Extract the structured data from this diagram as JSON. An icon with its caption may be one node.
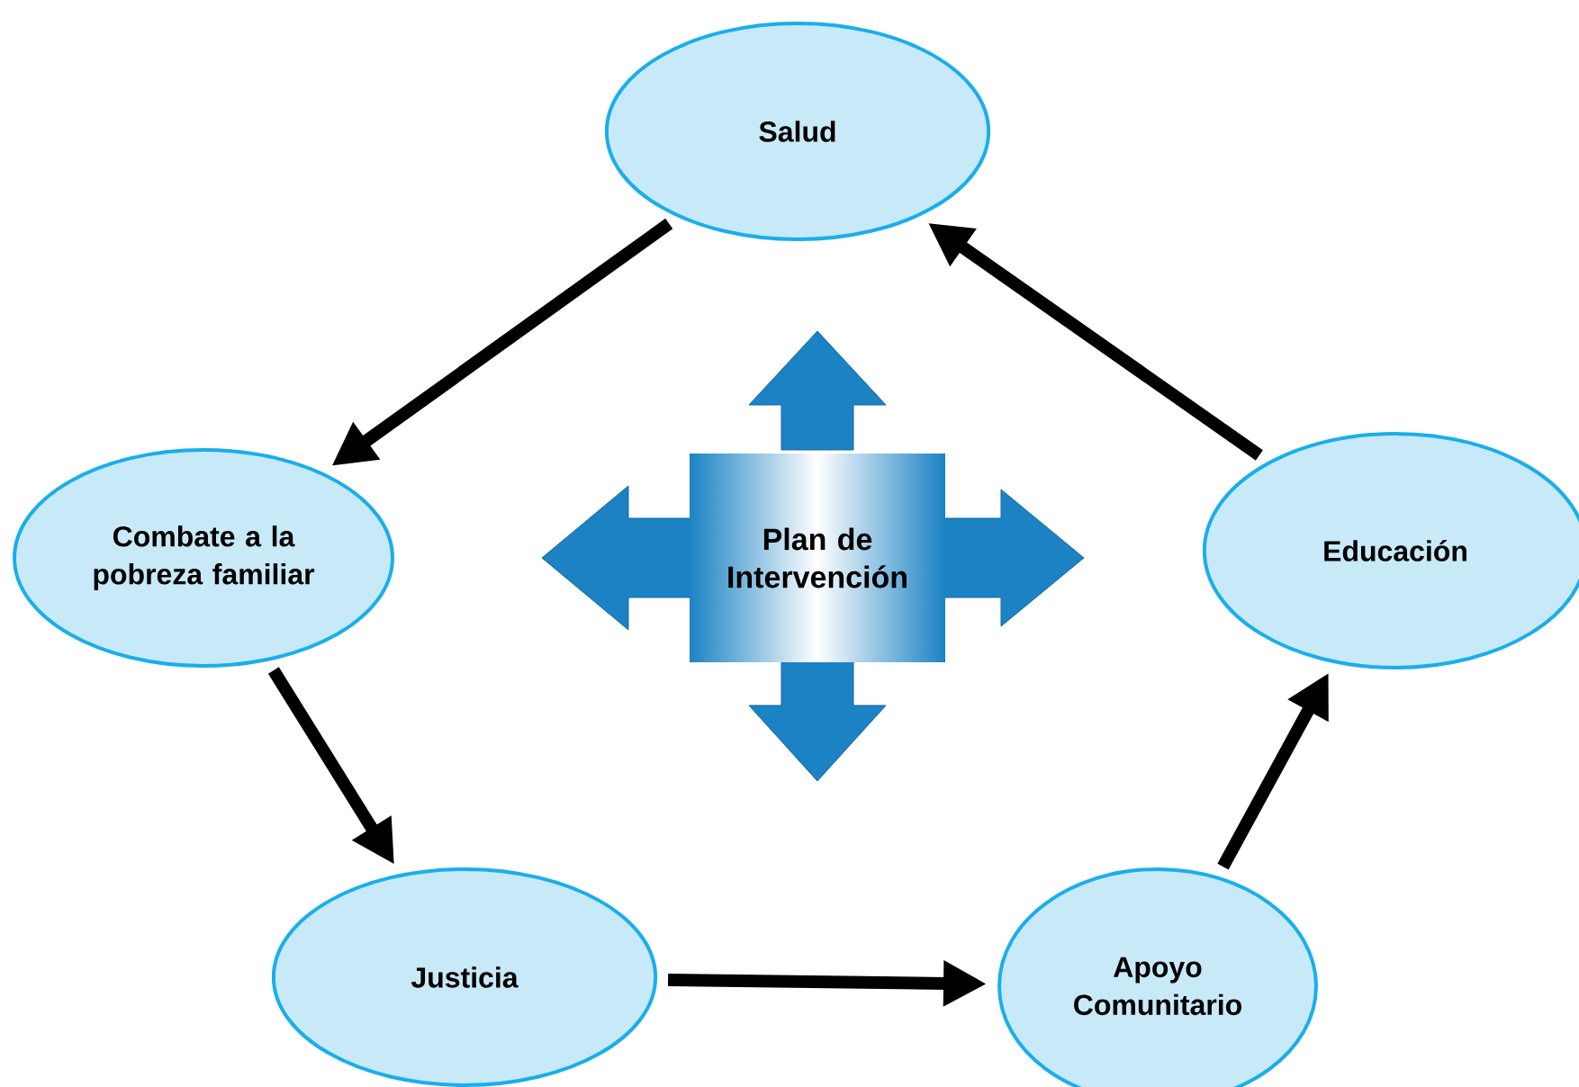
{
  "diagram": {
    "nodes": [
      {
        "text": [
          "Salud"
        ]
      },
      {
        "text": [
          "Combate a la pobreza familiar"
        ]
      },
      {
        "text": [
          "Justicia"
        ]
      },
      {
        "text": [
          "Apoyo Comunitario"
        ]
      },
      {
        "text": [
          "Educación"
        ]
      },
      {
        "text": [
          "Plan de Intervención"
        ]
      }
    ],
    "edges": [
      {
        "from": 0,
        "to": 1,
        "arrow": "to"
      },
      {
        "from": 1,
        "to": 2,
        "arrow": "to"
      },
      {
        "from": 2,
        "to": 3,
        "arrow": "to"
      },
      {
        "from": 3,
        "to": 4,
        "arrow": "to"
      },
      {
        "from": 4,
        "to": 0,
        "arrow": "to"
      }
    ]
  }
}
